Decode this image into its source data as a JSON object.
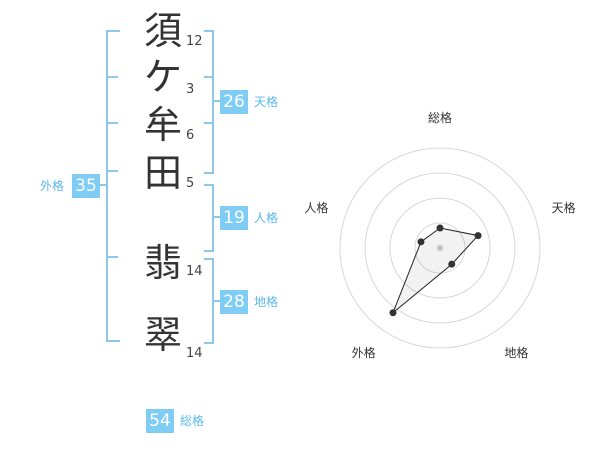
{
  "name_chars": [
    {
      "char": "須",
      "strokes": "12"
    },
    {
      "char": "ケ",
      "strokes": "3"
    },
    {
      "char": "牟",
      "strokes": "6"
    },
    {
      "char": "田",
      "strokes": "5"
    },
    {
      "char": "翡",
      "strokes": "14"
    },
    {
      "char": "翠",
      "strokes": "14"
    }
  ],
  "scores": {
    "tenkaku": {
      "value": "26",
      "label": "天格"
    },
    "jinkaku": {
      "value": "19",
      "label": "人格"
    },
    "chikaku": {
      "value": "28",
      "label": "地格"
    },
    "gaikaku": {
      "value": "35",
      "label": "外格"
    },
    "soukaku": {
      "value": "54",
      "label": "総格"
    }
  },
  "colors": {
    "accent": "#7fcdf5",
    "accent_text": "#5cb8e8",
    "bracket": "#8cc8ee"
  },
  "chart_data": {
    "type": "radar",
    "axes": [
      "総格",
      "天格",
      "地格",
      "外格",
      "人格"
    ],
    "rings": 4,
    "levels": [
      1,
      2,
      1,
      4,
      1
    ],
    "max": 5
  }
}
